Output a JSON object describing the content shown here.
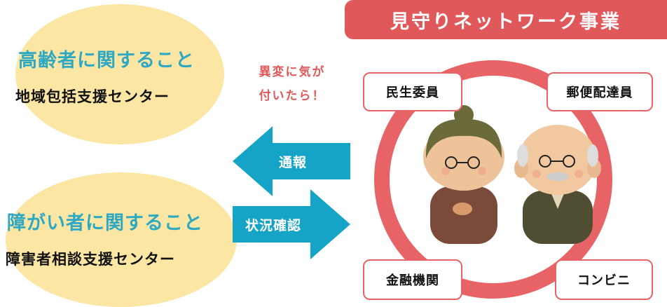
{
  "banner_title": "見守りネットワーク事業",
  "elderly": {
    "title": "高齢者に関すること",
    "center": "地域包括支援センター"
  },
  "disability": {
    "title": "障がい者に関すること",
    "center": "障害者相談支援センター"
  },
  "alert": {
    "line1": "異変に気が",
    "line2": "付いたら！"
  },
  "arrows": {
    "report": "通報",
    "confirm": "状況確認"
  },
  "members": {
    "top_left": "民生委員",
    "top_right": "郵便配達員",
    "bottom_left": "金融機関",
    "bottom_right": "コンビニ"
  },
  "colors": {
    "accent_red": "#e0585a",
    "arrow_blue": "#15a4c6",
    "title_blue": "#2fa8c4",
    "blob_yellow": "#fbe6a3"
  }
}
